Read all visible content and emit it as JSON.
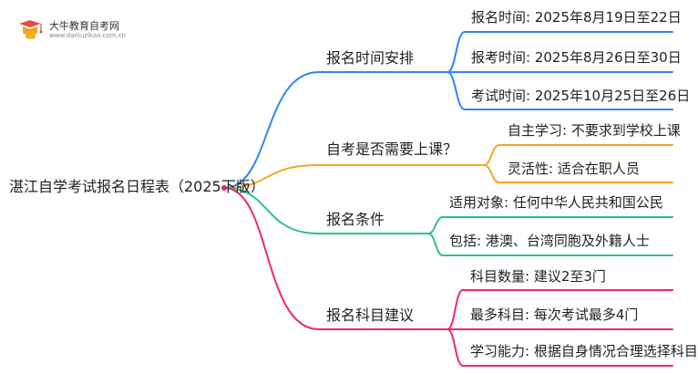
{
  "logo": {
    "title": "大牛教育自考网",
    "url": "www.daniuzikao.com.cn"
  },
  "root": {
    "label": "湛江自学考试报名日程表（2025下版）"
  },
  "branches": [
    {
      "label": "报名时间安排",
      "color": "#2f86f6",
      "leaves": [
        "报名时间: 2025年8月19日至22日",
        "报考时间: 2025年8月26日至30日",
        "考试时间: 2025年10月25日至26日"
      ]
    },
    {
      "label": "自考是否需要上课？",
      "color": "#f5a623",
      "leaves": [
        "自主学习: 不要求到学校上课",
        "灵活性: 适合在职人员"
      ]
    },
    {
      "label": "报名条件",
      "color": "#2ec27e",
      "leaves": [
        "适用对象: 任何中华人民共和国公民",
        "包括: 港澳、台湾同胞及外籍人士"
      ]
    },
    {
      "label": "报名科目建议",
      "color": "#f0266f",
      "leaves": [
        "科目数量: 建议2至3门",
        "最多科目: 每次考试最多4门",
        "学习能力: 根据自身情况合理选择科目"
      ]
    }
  ]
}
